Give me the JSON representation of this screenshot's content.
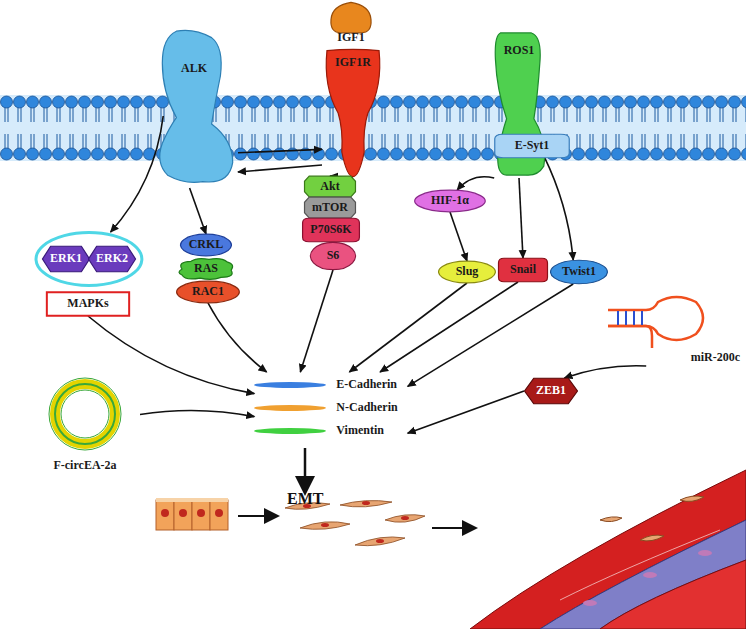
{
  "diagram": {
    "nodes": [
      {
        "text": [
          "ALK"
        ]
      },
      {
        "text": [
          "IGF1"
        ]
      },
      {
        "text": [
          "IGF1R"
        ]
      },
      {
        "text": [
          "ROS1"
        ]
      },
      {
        "text": [
          "E-Syt1"
        ]
      },
      {
        "text": []
      },
      {
        "text": [
          "ERK1"
        ],
        "in": 5
      },
      {
        "text": [
          "ERK2"
        ],
        "in": 5
      },
      {
        "text": [
          "MAPKs"
        ]
      },
      {
        "text": [
          "CRKL"
        ]
      },
      {
        "text": [
          "RAS"
        ]
      },
      {
        "text": [
          "RAC1"
        ]
      },
      {
        "text": [
          "Akt"
        ]
      },
      {
        "text": [
          "mTOR"
        ]
      },
      {
        "text": [
          "P70S6K"
        ]
      },
      {
        "text": [
          "S6"
        ]
      },
      {
        "text": [
          "HIF-1α"
        ]
      },
      {
        "text": [
          "Slug"
        ]
      },
      {
        "text": [
          "Snail"
        ]
      },
      {
        "text": [
          "Twist1"
        ]
      },
      {
        "text": [
          "miR-200c"
        ]
      },
      {
        "text": [
          "ZEB1"
        ]
      },
      {
        "text": [
          "F-circEA-2a"
        ]
      },
      {
        "text": [
          "E-Cadherin",
          "N-Cadherin",
          "Vimentin"
        ]
      }
    ],
    "edges": [
      {
        "from": 0,
        "to": 5,
        "arrow": "to"
      },
      {
        "from": 0,
        "to": 9,
        "arrow": "to"
      },
      {
        "from": 0,
        "to": 2,
        "arrow": "to"
      },
      {
        "from": 2,
        "to": 0,
        "arrow": "to"
      },
      {
        "from": 2,
        "to": 12,
        "arrow": "to"
      },
      {
        "from": 3,
        "to": 16,
        "arrow": "to"
      },
      {
        "from": 3,
        "to": 18,
        "arrow": "to"
      },
      {
        "from": 3,
        "to": 19,
        "arrow": "to"
      },
      {
        "from": 16,
        "to": 17,
        "arrow": "to"
      },
      {
        "from": 8,
        "to": 23,
        "arrow": "to"
      },
      {
        "from": 11,
        "to": 23,
        "arrow": "to"
      },
      {
        "from": 15,
        "to": 23,
        "arrow": "to"
      },
      {
        "from": 17,
        "to": 23,
        "arrow": "to"
      },
      {
        "from": 18,
        "to": 23,
        "arrow": "to"
      },
      {
        "from": 19,
        "to": 23,
        "arrow": "to"
      },
      {
        "from": 22,
        "to": 23,
        "arrow": "to"
      },
      {
        "from": 20,
        "to": 21,
        "arrow": "to"
      },
      {
        "from": 21,
        "to": 23,
        "arrow": "to"
      }
    ],
    "labels": [
      "EMT"
    ]
  }
}
